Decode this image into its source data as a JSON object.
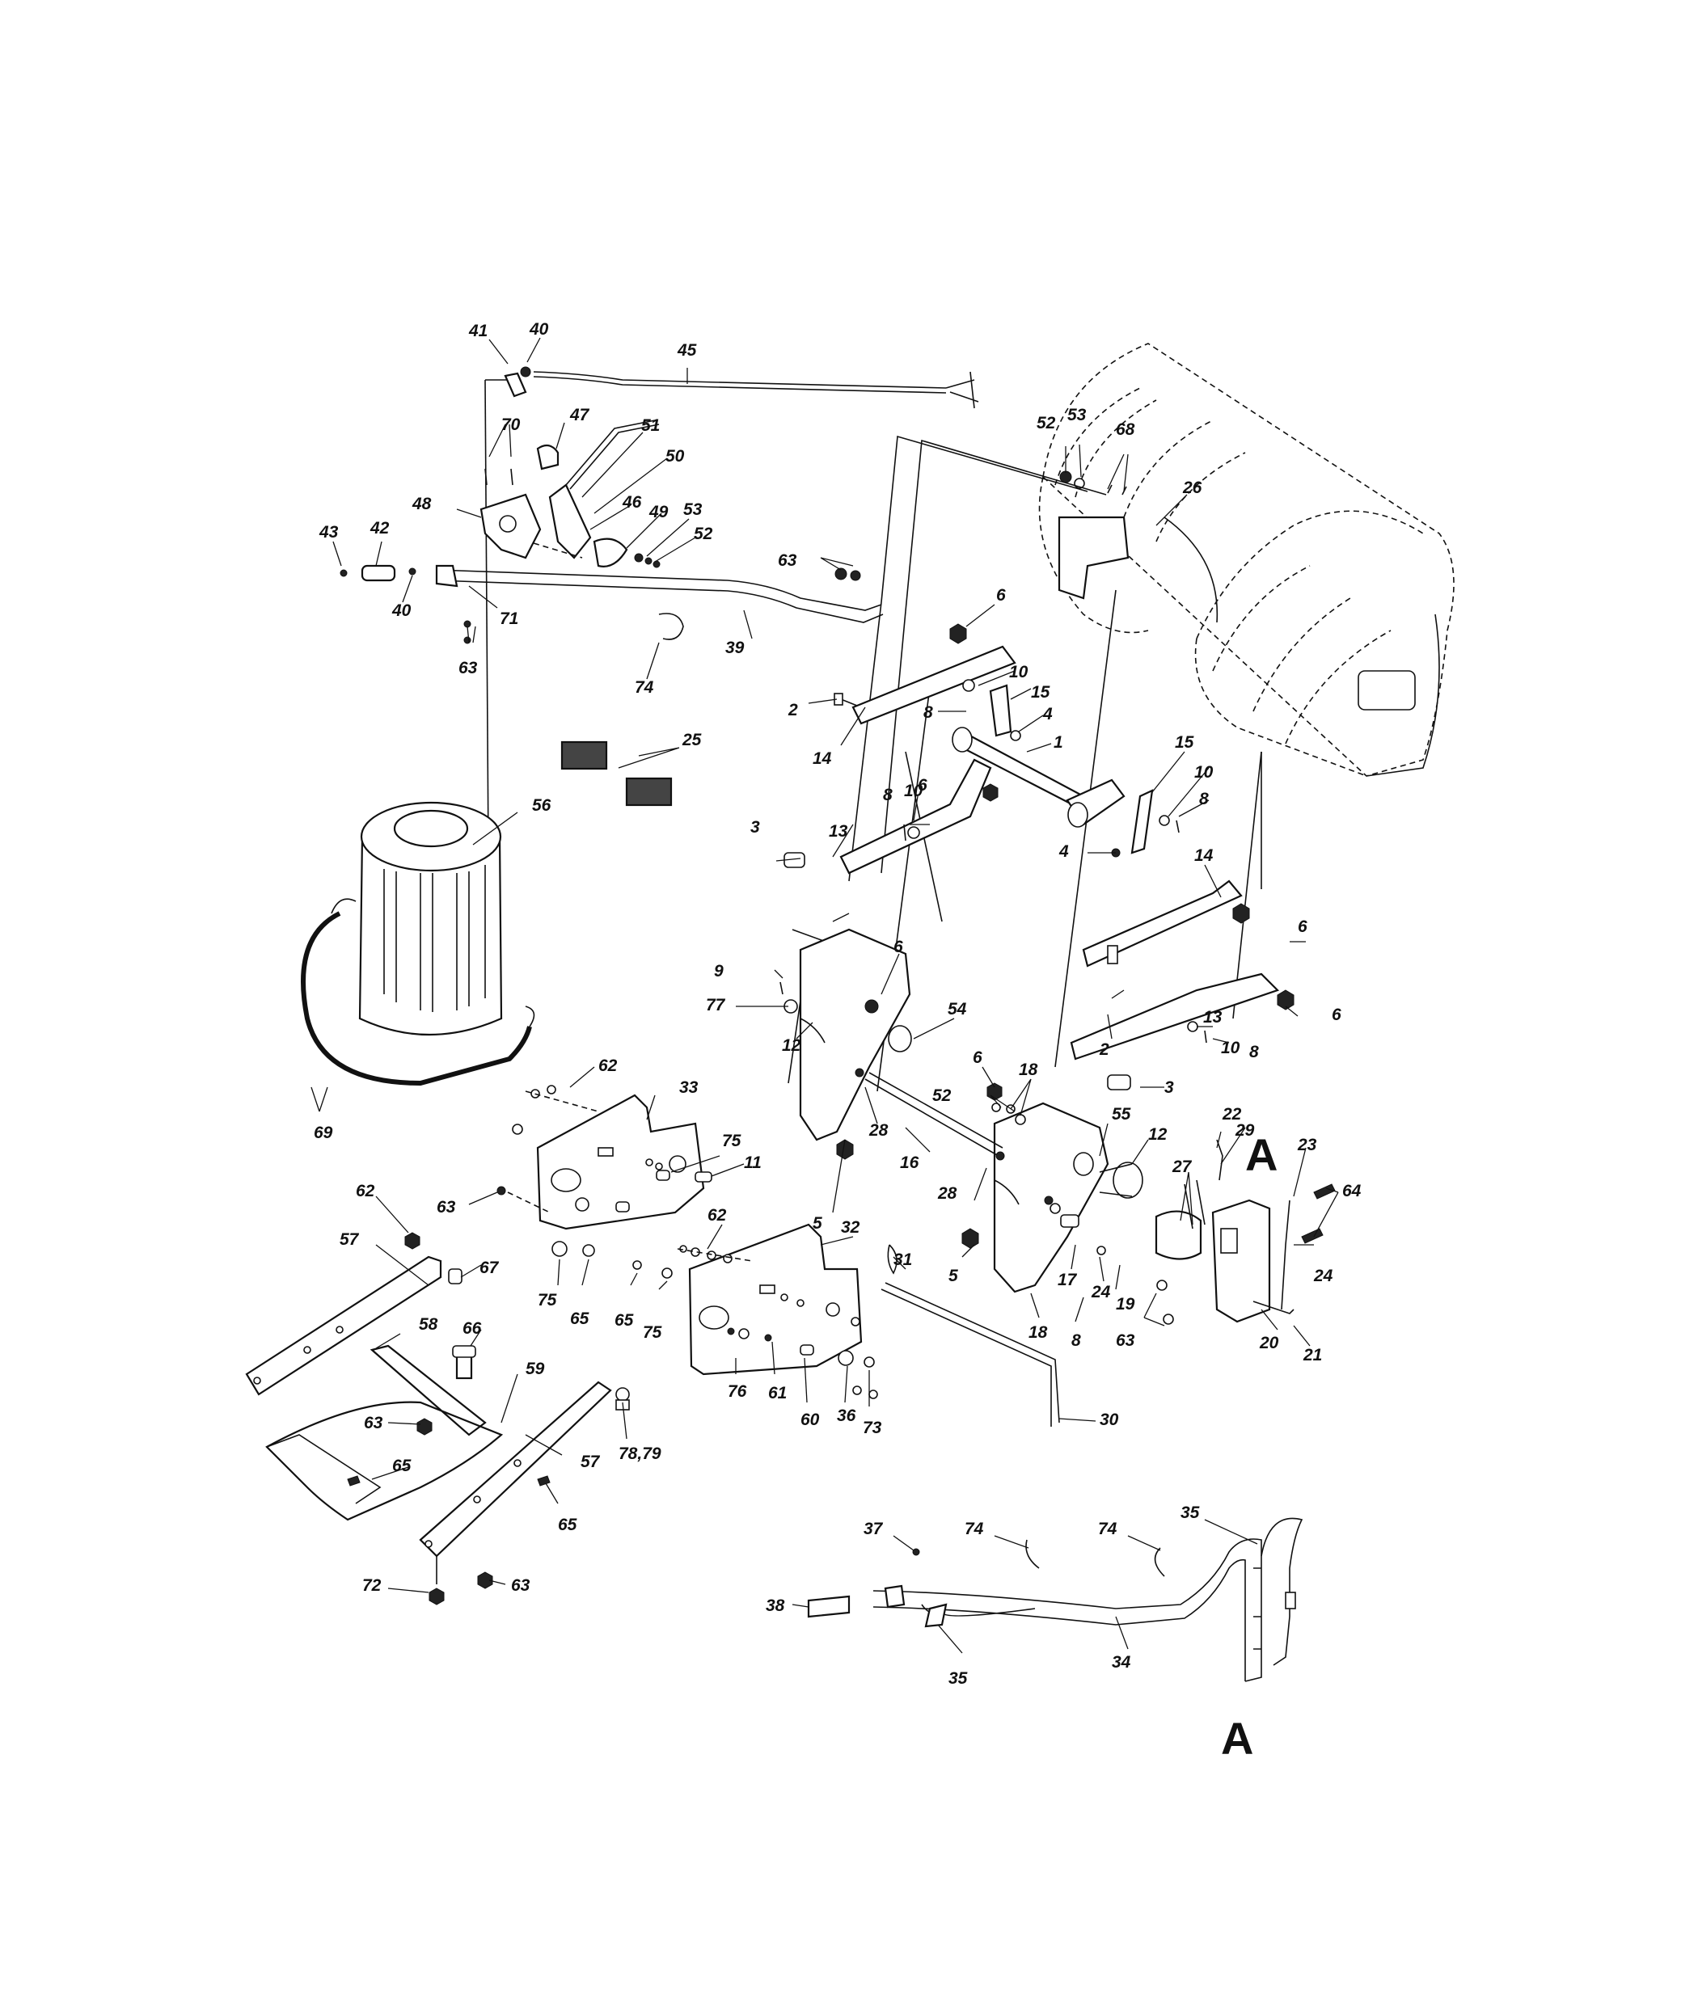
{
  "labels": [
    {
      "key": "41a",
      "text": "41"
    },
    {
      "key": "40a",
      "text": "40"
    },
    {
      "key": "45",
      "text": "45"
    },
    {
      "key": "70",
      "text": "70"
    },
    {
      "key": "47",
      "text": "47"
    },
    {
      "key": "51",
      "text": "51"
    },
    {
      "key": "50",
      "text": "50"
    },
    {
      "key": "48",
      "text": "48"
    },
    {
      "key": "46",
      "text": "46"
    },
    {
      "key": "49",
      "text": "49"
    },
    {
      "key": "53a",
      "text": "53"
    },
    {
      "key": "52a",
      "text": "52"
    },
    {
      "key": "43",
      "text": "43"
    },
    {
      "key": "42",
      "text": "42"
    },
    {
      "key": "40b",
      "text": "40"
    },
    {
      "key": "71",
      "text": "71"
    },
    {
      "key": "63a",
      "text": "63"
    },
    {
      "key": "63b",
      "text": "63"
    },
    {
      "key": "39",
      "text": "39"
    },
    {
      "key": "74a",
      "text": "74"
    },
    {
      "key": "52b",
      "text": "52"
    },
    {
      "key": "53b",
      "text": "53"
    },
    {
      "key": "68",
      "text": "68"
    },
    {
      "key": "26",
      "text": "26"
    },
    {
      "key": "6a",
      "text": "6"
    },
    {
      "key": "10a",
      "text": "10"
    },
    {
      "key": "15a",
      "text": "15"
    },
    {
      "key": "2a",
      "text": "2"
    },
    {
      "key": "8a",
      "text": "8"
    },
    {
      "key": "4a",
      "text": "4"
    },
    {
      "key": "1",
      "text": "1"
    },
    {
      "key": "14a",
      "text": "14"
    },
    {
      "key": "25",
      "text": "25"
    },
    {
      "key": "6b",
      "text": "6"
    },
    {
      "key": "8b",
      "text": "8"
    },
    {
      "key": "10b",
      "text": "10"
    },
    {
      "key": "15b",
      "text": "15"
    },
    {
      "key": "10c",
      "text": "10"
    },
    {
      "key": "8c",
      "text": "8"
    },
    {
      "key": "56",
      "text": "56"
    },
    {
      "key": "13a",
      "text": "13"
    },
    {
      "key": "3a",
      "text": "3"
    },
    {
      "key": "4b",
      "text": "4"
    },
    {
      "key": "14b",
      "text": "14"
    },
    {
      "key": "6c",
      "text": "6"
    },
    {
      "key": "9",
      "text": "9"
    },
    {
      "key": "77",
      "text": "77"
    },
    {
      "key": "12a",
      "text": "12"
    },
    {
      "key": "6d",
      "text": "6"
    },
    {
      "key": "54",
      "text": "54"
    },
    {
      "key": "2b",
      "text": "2"
    },
    {
      "key": "13b",
      "text": "13"
    },
    {
      "key": "6e",
      "text": "6"
    },
    {
      "key": "10d",
      "text": "10"
    },
    {
      "key": "8d",
      "text": "8"
    },
    {
      "key": "6f",
      "text": "6"
    },
    {
      "key": "18a",
      "text": "18"
    },
    {
      "key": "52c",
      "text": "52"
    },
    {
      "key": "3b",
      "text": "3"
    },
    {
      "key": "22",
      "text": "22"
    },
    {
      "key": "29",
      "text": "29"
    },
    {
      "key": "69",
      "text": "69"
    },
    {
      "key": "62a",
      "text": "62"
    },
    {
      "key": "33",
      "text": "33"
    },
    {
      "key": "28a",
      "text": "28"
    },
    {
      "key": "55",
      "text": "55"
    },
    {
      "key": "12b",
      "text": "12"
    },
    {
      "key": "75a",
      "text": "75"
    },
    {
      "key": "11",
      "text": "11"
    },
    {
      "key": "16",
      "text": "16"
    },
    {
      "key": "23",
      "text": "23"
    },
    {
      "key": "64",
      "text": "64"
    },
    {
      "key": "5a",
      "text": "5"
    },
    {
      "key": "28b",
      "text": "28"
    },
    {
      "key": "27",
      "text": "27"
    },
    {
      "key": "63c",
      "text": "63"
    },
    {
      "key": "62b",
      "text": "62"
    },
    {
      "key": "57a",
      "text": "57"
    },
    {
      "key": "67",
      "text": "67"
    },
    {
      "key": "62c",
      "text": "62"
    },
    {
      "key": "32",
      "text": "32"
    },
    {
      "key": "31",
      "text": "31"
    },
    {
      "key": "5b",
      "text": "5"
    },
    {
      "key": "17",
      "text": "17"
    },
    {
      "key": "24a",
      "text": "24"
    },
    {
      "key": "24b",
      "text": "24"
    },
    {
      "key": "75b",
      "text": "75"
    },
    {
      "key": "65a",
      "text": "65"
    },
    {
      "key": "65b",
      "text": "65"
    },
    {
      "key": "75c",
      "text": "75"
    },
    {
      "key": "18b",
      "text": "18"
    },
    {
      "key": "8e",
      "text": "8"
    },
    {
      "key": "19",
      "text": "19"
    },
    {
      "key": "63d",
      "text": "63"
    },
    {
      "key": "20",
      "text": "20"
    },
    {
      "key": "21",
      "text": "21"
    },
    {
      "key": "58",
      "text": "58"
    },
    {
      "key": "66",
      "text": "66"
    },
    {
      "key": "59",
      "text": "59"
    },
    {
      "key": "63e",
      "text": "63"
    },
    {
      "key": "57b",
      "text": "57"
    },
    {
      "key": "76",
      "text": "76"
    },
    {
      "key": "61",
      "text": "61"
    },
    {
      "key": "60",
      "text": "60"
    },
    {
      "key": "36",
      "text": "36"
    },
    {
      "key": "73",
      "text": "73"
    },
    {
      "key": "30",
      "text": "30"
    },
    {
      "key": "78",
      "text": "78,79"
    },
    {
      "key": "65c",
      "text": "65"
    },
    {
      "key": "65d",
      "text": "65"
    },
    {
      "key": "72",
      "text": "72"
    },
    {
      "key": "63f",
      "text": "63"
    },
    {
      "key": "37",
      "text": "37"
    },
    {
      "key": "74b",
      "text": "74"
    },
    {
      "key": "74c",
      "text": "74"
    },
    {
      "key": "35a",
      "text": "35"
    },
    {
      "key": "38",
      "text": "38"
    },
    {
      "key": "34",
      "text": "34"
    },
    {
      "key": "35b",
      "text": "35"
    }
  ],
  "reference_marks": {
    "upper": "A",
    "lower": "A"
  }
}
